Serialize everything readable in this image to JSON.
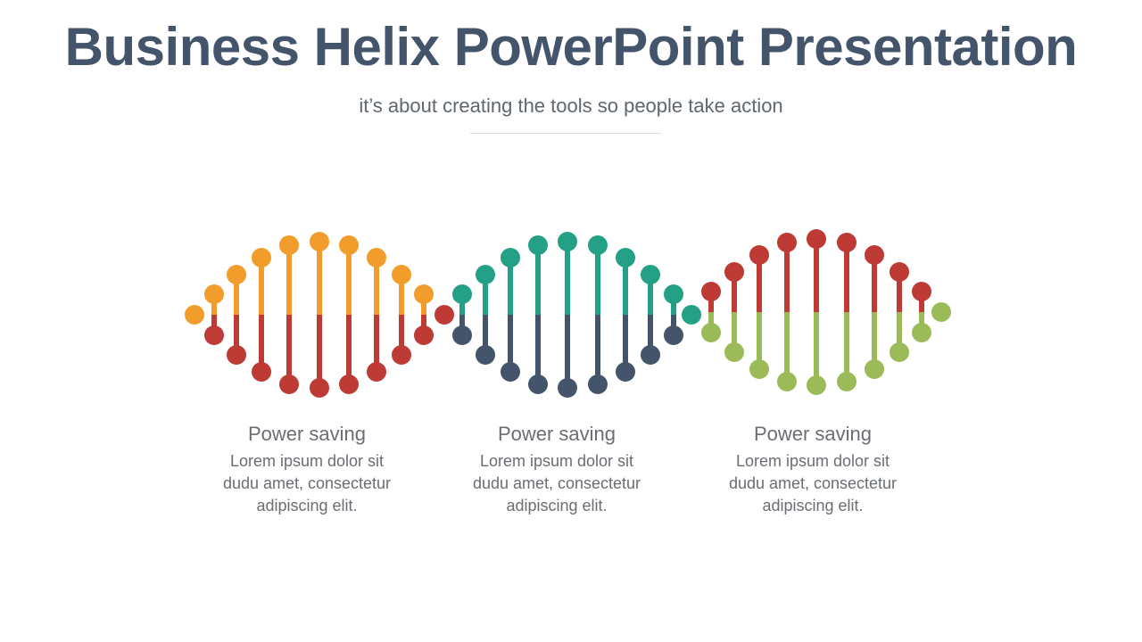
{
  "header": {
    "title": "Business Helix PowerPoint Presentation",
    "subtitle": "it’s about creating the tools so people take action"
  },
  "helices": [
    {
      "top_color": "#f29c2b",
      "bottom_color": "#be3a34",
      "left_dot_color": "#f29c2b",
      "right_dot_color": "#be3a34"
    },
    {
      "top_color": "#23a086",
      "bottom_color": "#44546a",
      "left_dot_color": "#be3a34",
      "right_dot_color": "#23a086"
    },
    {
      "top_color": "#be3a34",
      "bottom_color": "#9bbb59",
      "left_dot_color": "#23a086",
      "right_dot_color": "#9bbb59"
    }
  ],
  "captions": [
    {
      "heading": "Power saving",
      "line1": "Lorem ipsum dolor sit",
      "line2": "dudu amet, consectetur",
      "line3": "adipiscing elit."
    },
    {
      "heading": "Power saving",
      "line1": "Lorem ipsum dolor sit",
      "line2": "dudu amet, consectetur",
      "line3": "adipiscing elit."
    },
    {
      "heading": "Power saving",
      "line1": "Lorem ipsum dolor sit",
      "line2": "dudu amet, consectetur",
      "line3": "adipiscing elit."
    }
  ]
}
